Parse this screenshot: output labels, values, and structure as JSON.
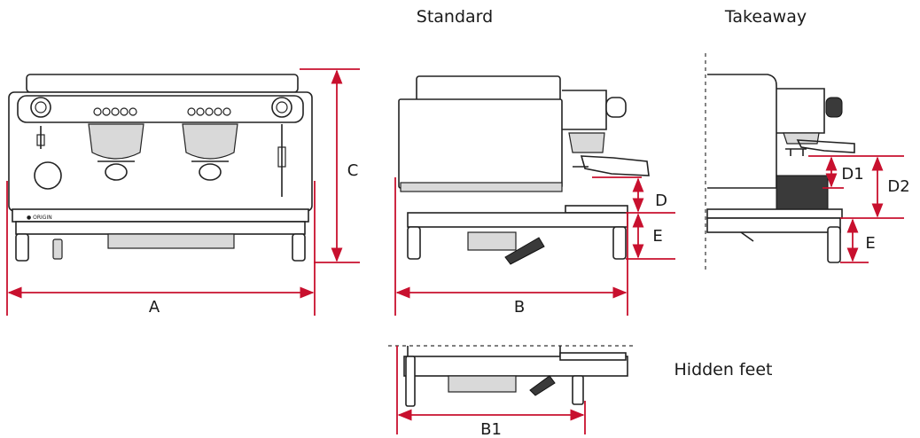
{
  "views": {
    "standard_title": "Standard",
    "takeaway_title": "Takeaway",
    "hidden_feet_title": "Hidden feet"
  },
  "dimensions": {
    "A": "A",
    "B": "B",
    "B1": "B1",
    "C": "C",
    "D": "D",
    "D1": "D1",
    "D2": "D2",
    "E_standard": "E",
    "E_takeaway": "E"
  },
  "colors": {
    "dimension_line": "#c8102e",
    "outline": "#222222"
  }
}
